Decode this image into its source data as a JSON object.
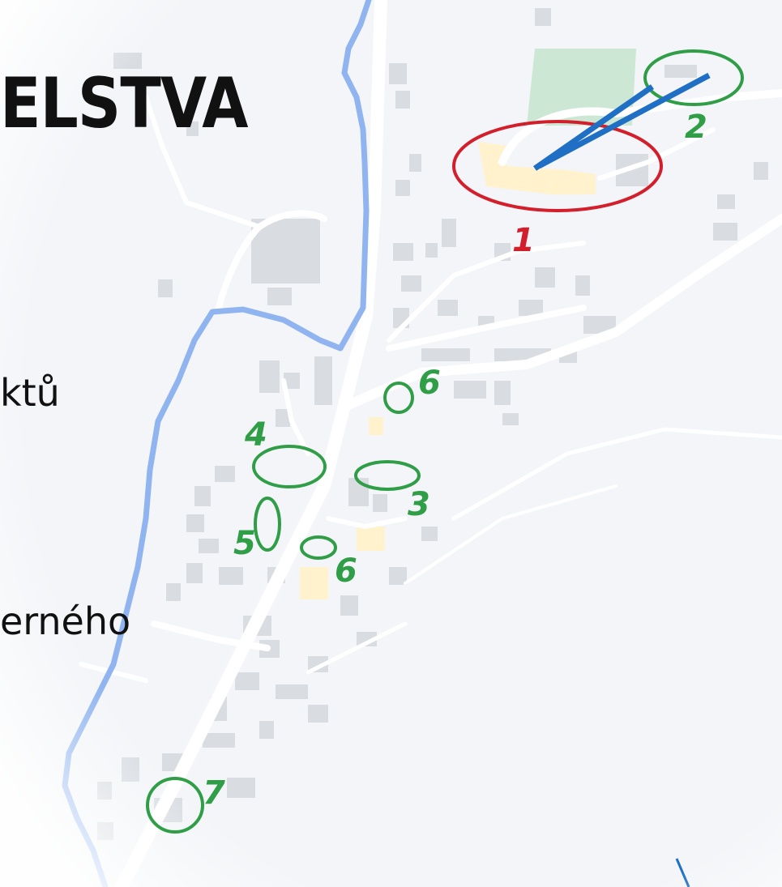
{
  "slide": {
    "title_fragment": "ELSTVA",
    "body_fragments": [
      "ktů",
      "erného"
    ]
  },
  "map": {
    "colors": {
      "background": "#f3f5f8",
      "roads": "#ffffff",
      "buildings": "#d9dde2",
      "river": "#8fb4ef",
      "park": "#cce8d4",
      "highlight_buildings": "#fff2cc",
      "red_marker": "#d21f2b",
      "green_marker": "#2f9e47",
      "blue_line": "#1f6fc4"
    },
    "markers": [
      {
        "id": "marker-1",
        "label": "1",
        "color": "red"
      },
      {
        "id": "marker-2",
        "label": "2",
        "color": "green"
      },
      {
        "id": "marker-3",
        "label": "3",
        "color": "green"
      },
      {
        "id": "marker-4",
        "label": "4",
        "color": "green"
      },
      {
        "id": "marker-5",
        "label": "5",
        "color": "green"
      },
      {
        "id": "marker-6a",
        "label": "6",
        "color": "green"
      },
      {
        "id": "marker-6b",
        "label": "6",
        "color": "green"
      },
      {
        "id": "marker-7",
        "label": "7",
        "color": "green"
      }
    ],
    "connection_line": "blue-connection-line-1-2"
  }
}
